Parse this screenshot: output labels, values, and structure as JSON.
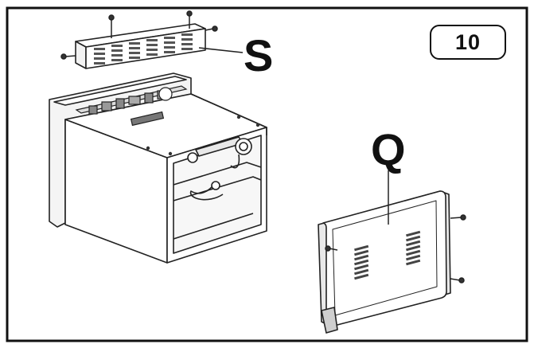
{
  "step": {
    "number": "10"
  },
  "callouts": {
    "s": "S",
    "q": "Q"
  }
}
